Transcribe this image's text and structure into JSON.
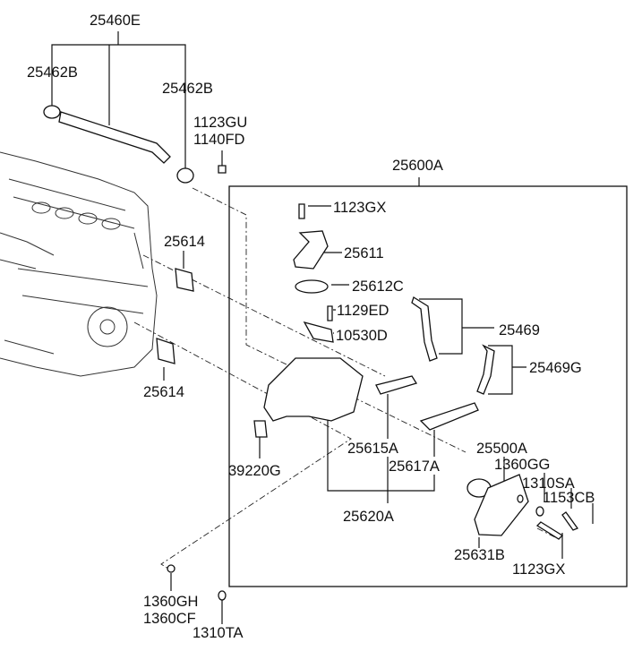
{
  "labels": {
    "hose_assy": "25460E",
    "oring_left": "25462B",
    "oring_right": "25462B",
    "bolt_gu": "1123GU",
    "bolt_fd": "1140FD",
    "housing_assy": "25600A",
    "bolt_gx_top": "1123GX",
    "fitting": "25611",
    "gasket_fitting": "25612C",
    "bolt_ed": "1129ED",
    "bracket": "10530D",
    "hose_25469": "25469",
    "hose_25469g": "25469G",
    "gasket_top": "25614",
    "gasket_bottom": "25614",
    "pipe_25615a": "25615A",
    "pipe_25617a": "25617A",
    "sensor": "39220G",
    "housing": "25620A",
    "thermostat": "25500A",
    "gasket_gg": "1360GG",
    "nut_sa": "1310SA",
    "bolt_cb": "1153CB",
    "cover": "25631B",
    "bolt_gx_bottom": "1123GX",
    "plug_gh": "1360GH",
    "plug_cf": "1360CF",
    "nut_ta": "1310TA"
  }
}
